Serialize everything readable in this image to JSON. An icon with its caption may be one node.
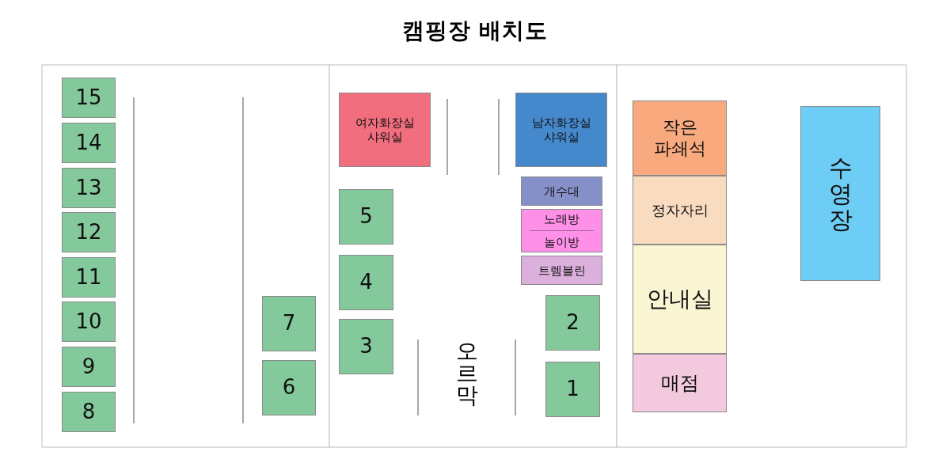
{
  "diagram": {
    "title": "캠핑장 배치도",
    "nodes": [
      {
        "text": [
          "15"
        ]
      },
      {
        "text": [
          "14"
        ]
      },
      {
        "text": [
          "13"
        ]
      },
      {
        "text": [
          "12"
        ]
      },
      {
        "text": [
          "11"
        ]
      },
      {
        "text": [
          "10"
        ]
      },
      {
        "text": [
          "9"
        ]
      },
      {
        "text": [
          "8"
        ]
      },
      {
        "text": [
          "7"
        ]
      },
      {
        "text": [
          "6"
        ]
      },
      {
        "text": [
          "여자화장실 샤워실"
        ]
      },
      {
        "text": [
          "남자화장실 샤워실"
        ]
      },
      {
        "text": [
          "개수대"
        ]
      },
      {
        "text": [
          "노래방",
          "놀이방"
        ]
      },
      {
        "text": [
          "트렘블린"
        ]
      },
      {
        "text": [
          "5"
        ]
      },
      {
        "text": [
          "4"
        ]
      },
      {
        "text": [
          "3"
        ]
      },
      {
        "text": [
          "2"
        ]
      },
      {
        "text": [
          "1"
        ]
      },
      {
        "text": [
          "작은 파쇄석"
        ]
      },
      {
        "text": [
          "정자자리"
        ]
      },
      {
        "text": [
          "안내실"
        ]
      },
      {
        "text": [
          "매점"
        ]
      },
      {
        "text": [
          "수영장"
        ]
      }
    ],
    "edges": [],
    "labels": [
      "오르막"
    ]
  }
}
